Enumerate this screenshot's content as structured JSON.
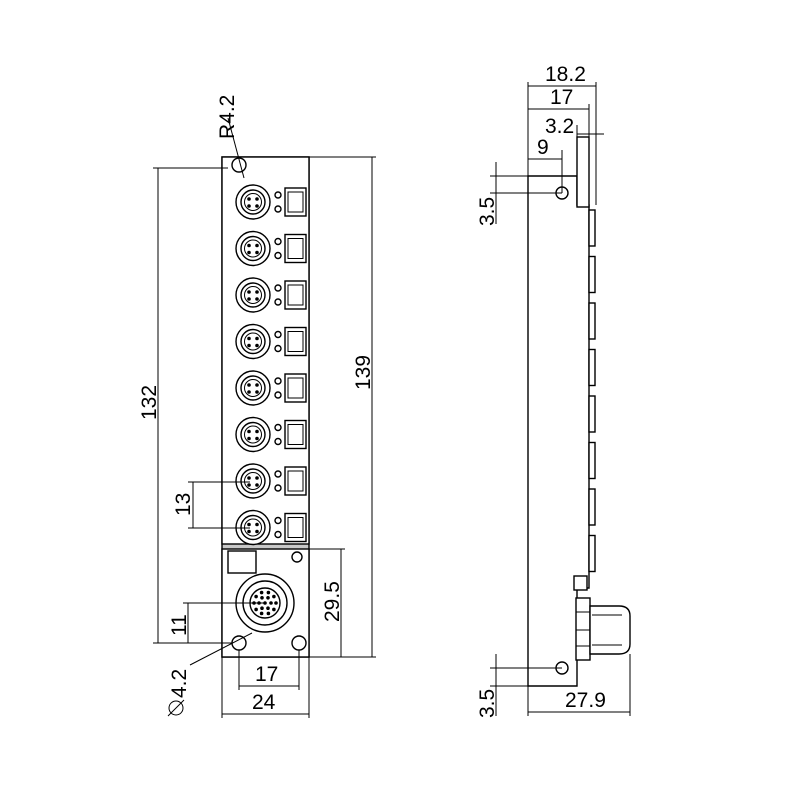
{
  "front_view": {
    "dimensions": {
      "corner_radius": "R4.2",
      "length_between_holes": "132",
      "overall_length": "139",
      "port_pitch": "13",
      "connector_section": "29.5",
      "connector_offset": "11",
      "hole_diameter": "4.2",
      "hole_spacing": "17",
      "overall_width": "24"
    },
    "port_count": 8,
    "body_color": "#c8c8c8"
  },
  "side_view": {
    "dimensions": {
      "overall_depth": "18.2",
      "depth_17": "17",
      "flange_thickness": "3.2",
      "hole_center_depth": "9",
      "top_hole_offset": "3.5",
      "bottom_hole_offset": "3.5",
      "depth_with_connector": "27.9"
    }
  }
}
